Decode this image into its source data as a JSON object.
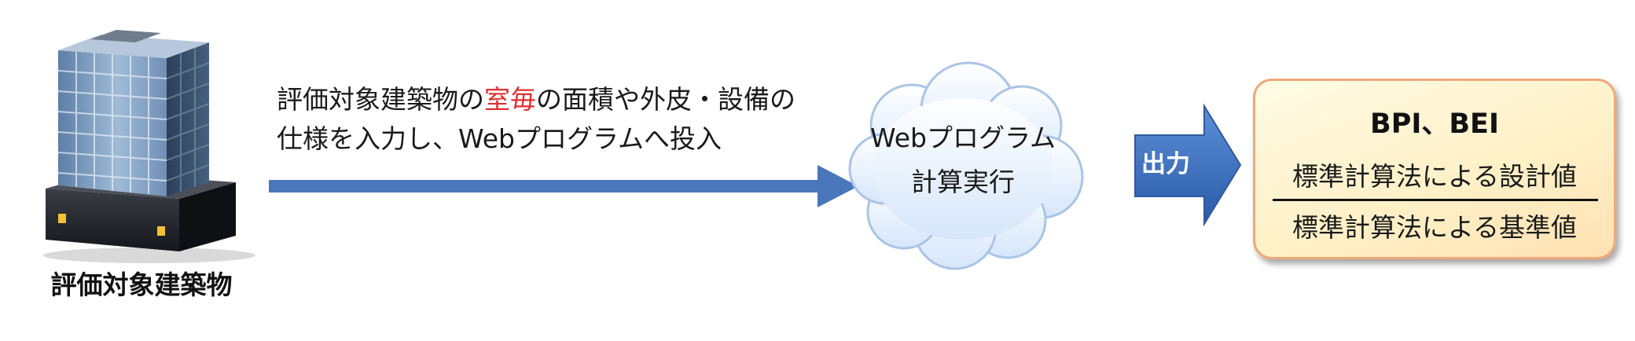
{
  "building": {
    "icon": "office-building-icon",
    "label": "評価対象建築物"
  },
  "description": {
    "line1_before": "評価対象建築物の",
    "line1_highlight": "室毎",
    "line1_after": "の面積や外皮・設備の",
    "line2": "仕様を入力し、Webプログラムへ投入",
    "highlight_color": "#e03030"
  },
  "cloud": {
    "line1": "Webプログラム",
    "line2": "計算実行"
  },
  "output": {
    "label": "出力"
  },
  "result": {
    "title": "BPI、BEI",
    "numerator": "標準計算法による設計値",
    "denominator": "標準計算法による基準値"
  },
  "colors": {
    "arrow": "#4a76bc",
    "output_arrow": "#3a68b0",
    "box_border": "#f0a878",
    "box_fill": "#fff4d2"
  }
}
